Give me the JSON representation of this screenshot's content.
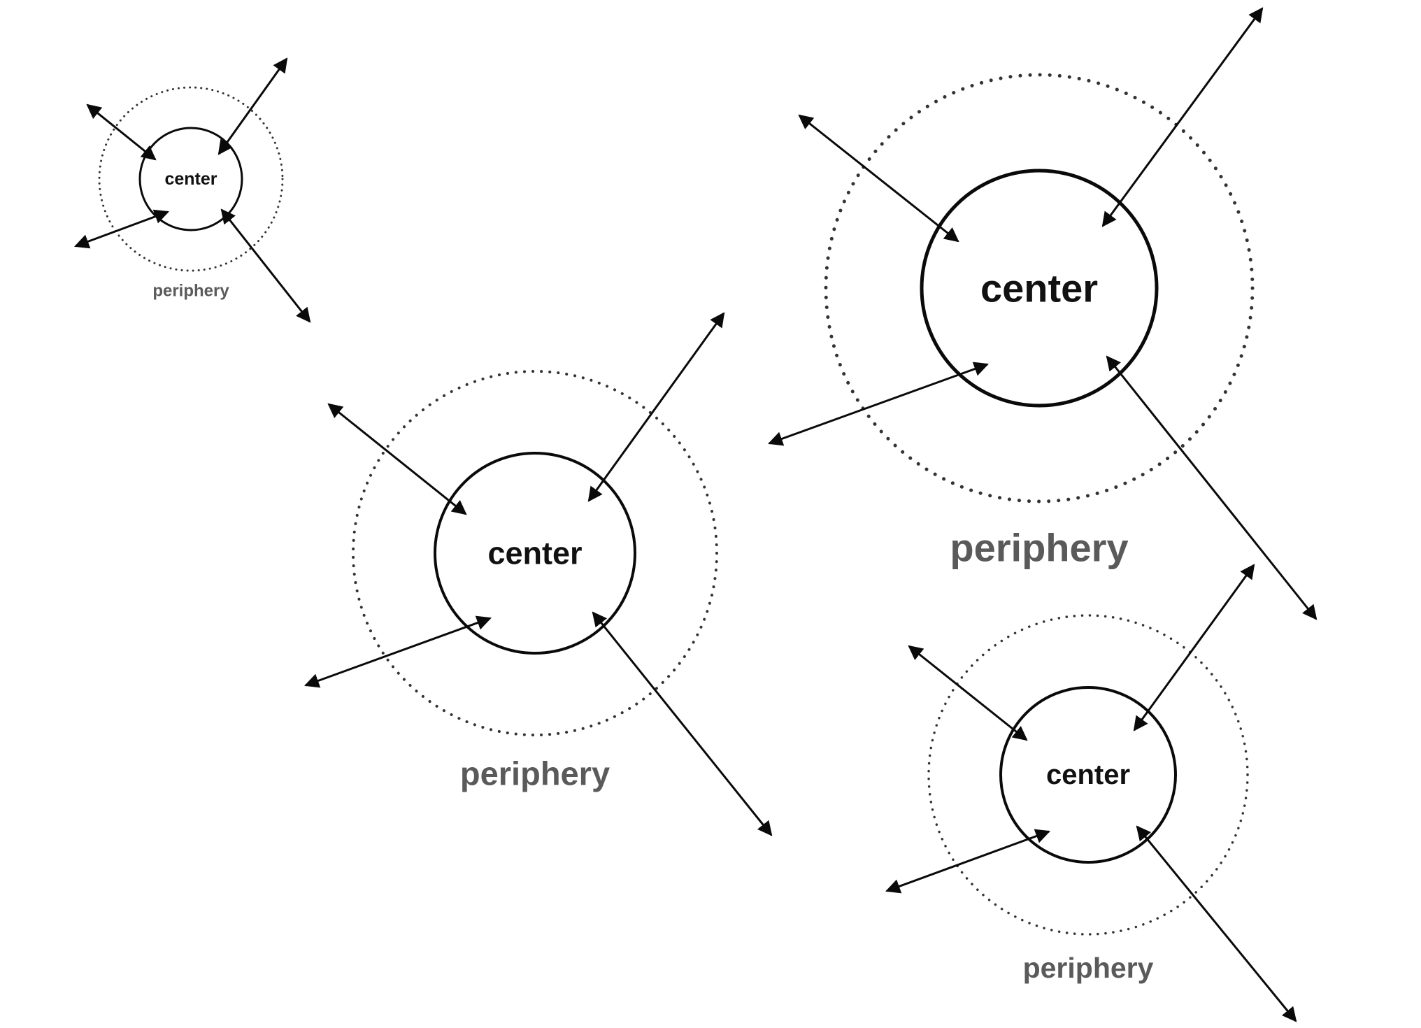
{
  "diagrams": [
    {
      "center_label": "center",
      "periphery_label": "periphery"
    },
    {
      "center_label": "center",
      "periphery_label": "periphery"
    },
    {
      "center_label": "center",
      "periphery_label": "periphery"
    },
    {
      "center_label": "center",
      "periphery_label": "periphery"
    }
  ],
  "colors": {
    "stroke": "#0a0a0a",
    "periphery_text": "#5a5a5a",
    "background": "#ffffff"
  }
}
